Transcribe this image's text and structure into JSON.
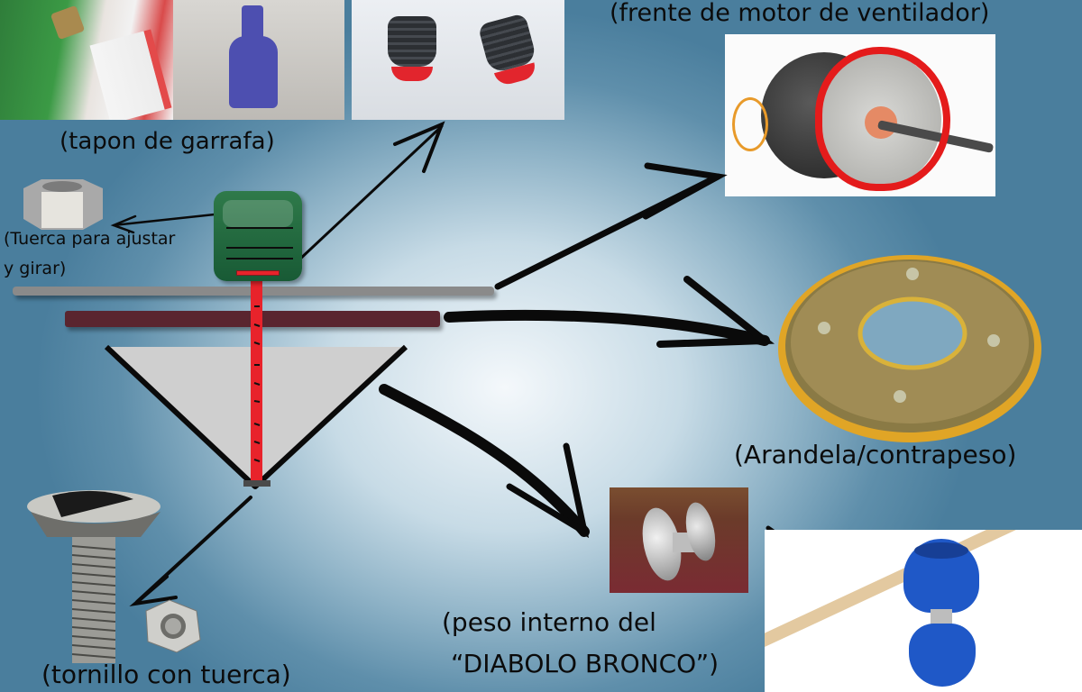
{
  "labels": {
    "tapon": "(tapon de garrafa)",
    "motor": "(frente de motor de ventilador)",
    "tuerca_line1": "(Tuerca para ajustar",
    "tuerca_line2": "y girar)",
    "arandela": "(Arandela/contrapeso)",
    "tornillo": "(tornillo con tuerca)",
    "peso_line1": "(peso interno del",
    "peso_line2": "“DIABOLO BRONCO”)"
  },
  "images": {
    "top_left": "green-gas-cylinder-valve-photo",
    "top_middle": "blue-gas-cylinder-photo",
    "top_right": "rubber-plugs-photo",
    "motor": "fan-motor-front-photo",
    "nut": "hex-nut-image",
    "washer": "washer-counterweight-photo",
    "bolt": "bolt-and-nut-image",
    "diabolo_small": "diabolo-bronco-metal-photo",
    "diabolo_big": "blue-diabolo-with-stick-photo"
  },
  "colors": {
    "background_center": "#f4f8fb",
    "background_edge": "#4a7e9d",
    "cap_green": "#185a35",
    "rod_red": "#e8232b",
    "bar_gray": "#8a8a8a",
    "bar_maroon": "#5a252f",
    "cone_gray": "#cfcfcf",
    "highlight_red": "#e41b1b"
  }
}
